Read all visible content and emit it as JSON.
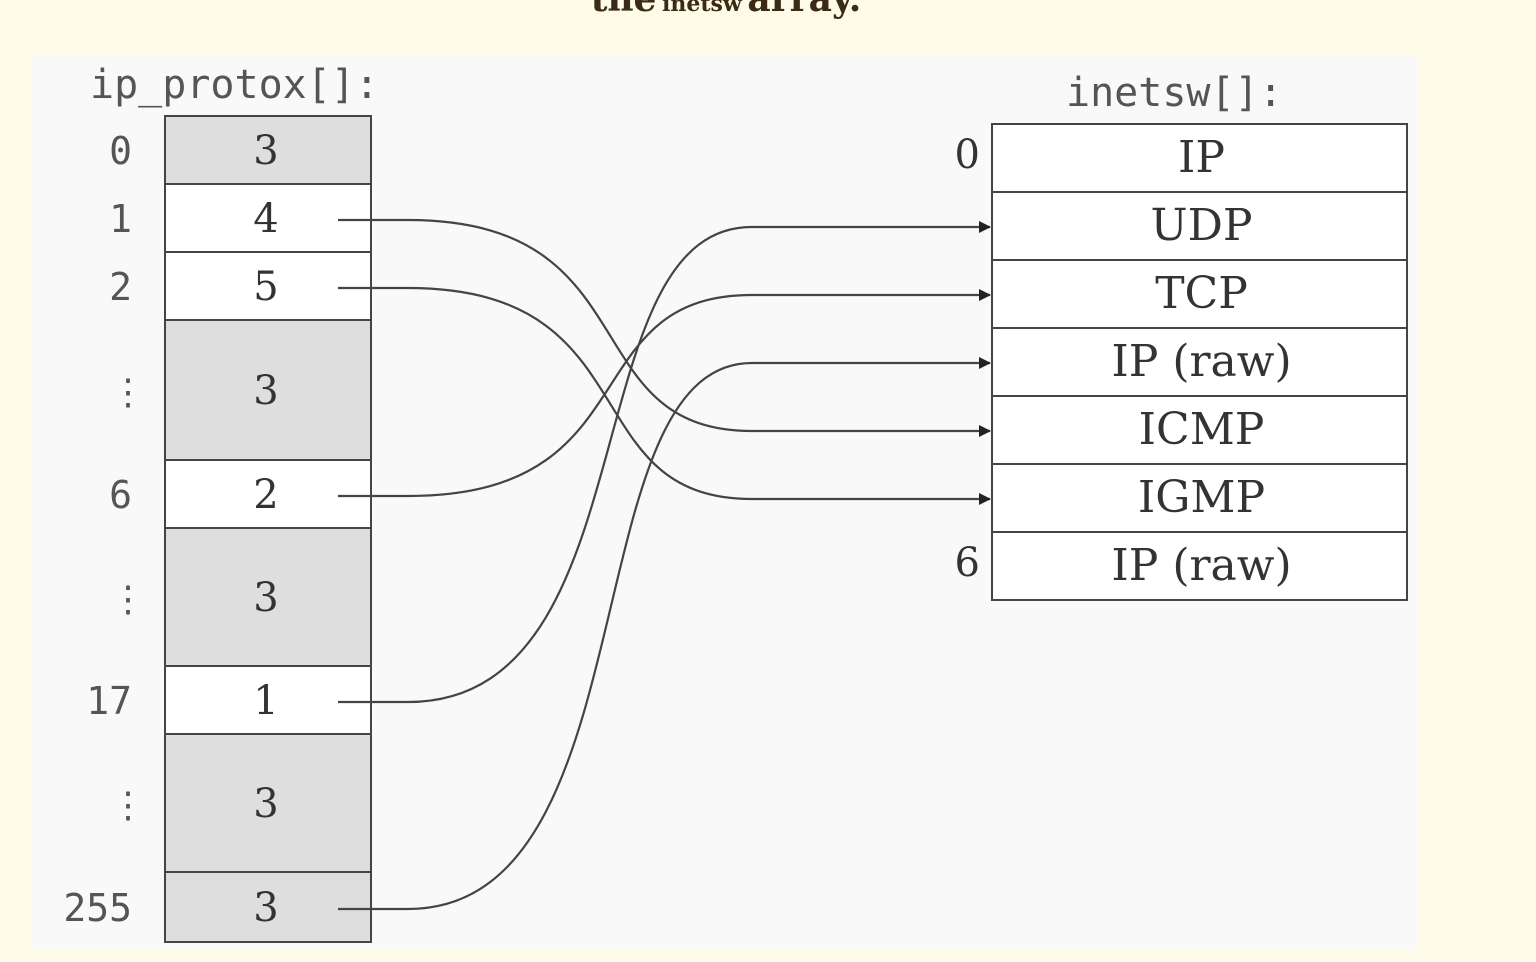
{
  "caption": {
    "prefix": "the",
    "code": "inetsw",
    "suffix": "array."
  },
  "left_array": {
    "title": "ip_protox[]:",
    "rows": [
      {
        "index": "0",
        "value": "3",
        "shaded": true,
        "ellipsis": false
      },
      {
        "index": "1",
        "value": "4",
        "shaded": false,
        "ellipsis": false
      },
      {
        "index": "2",
        "value": "5",
        "shaded": false,
        "ellipsis": false
      },
      {
        "index": "⋮",
        "value": "3",
        "shaded": true,
        "ellipsis": true
      },
      {
        "index": "6",
        "value": "2",
        "shaded": false,
        "ellipsis": false
      },
      {
        "index": "⋮",
        "value": "3",
        "shaded": true,
        "ellipsis": true
      },
      {
        "index": "17",
        "value": "1",
        "shaded": false,
        "ellipsis": false
      },
      {
        "index": "⋮",
        "value": "3",
        "shaded": true,
        "ellipsis": true
      },
      {
        "index": "255",
        "value": "3",
        "shaded": true,
        "ellipsis": false
      }
    ]
  },
  "right_array": {
    "title": "inetsw[]:",
    "rows": [
      {
        "index": "0",
        "label": "IP"
      },
      {
        "index": "",
        "label": "UDP"
      },
      {
        "index": "",
        "label": "TCP"
      },
      {
        "index": "",
        "label": "IP (raw)"
      },
      {
        "index": "",
        "label": "ICMP"
      },
      {
        "index": "",
        "label": "IGMP"
      },
      {
        "index": "6",
        "label": "IP (raw)"
      }
    ]
  },
  "edges": [
    {
      "from": 1,
      "to": 4
    },
    {
      "from": 2,
      "to": 5
    },
    {
      "from": 4,
      "to": 2
    },
    {
      "from": 6,
      "to": 1
    },
    {
      "from": 8,
      "to": 3
    }
  ],
  "colors": {
    "page_background": "#fefbe9",
    "figure_background": "#f9f9f9",
    "shaded_cell": "#dedede",
    "line": "#444444",
    "caption_text": "#3b2a14"
  }
}
